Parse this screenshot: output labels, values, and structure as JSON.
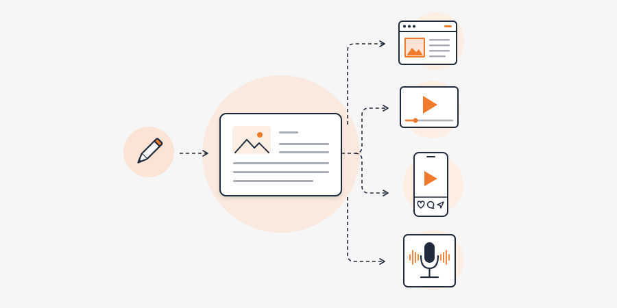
{
  "colors": {
    "background": "#f6f6f7",
    "ink": "#1f2a3c",
    "accent": "#f07a2c",
    "accent_soft": "#fdeee4",
    "accent_soft_strong": "#fbe4d6",
    "muted_line": "#a9adb5",
    "card": "#ffffff"
  },
  "diagram": {
    "source": {
      "icon": "pencil-icon"
    },
    "hub": {
      "icon": "article-card-icon",
      "image_icon": "mountain-image-icon"
    },
    "outputs": [
      {
        "name": "web-page",
        "icon": "browser-window-icon"
      },
      {
        "name": "video",
        "icon": "video-player-icon"
      },
      {
        "name": "social-post",
        "icon": "mobile-phone-icon"
      },
      {
        "name": "podcast",
        "icon": "microphone-icon"
      }
    ]
  }
}
